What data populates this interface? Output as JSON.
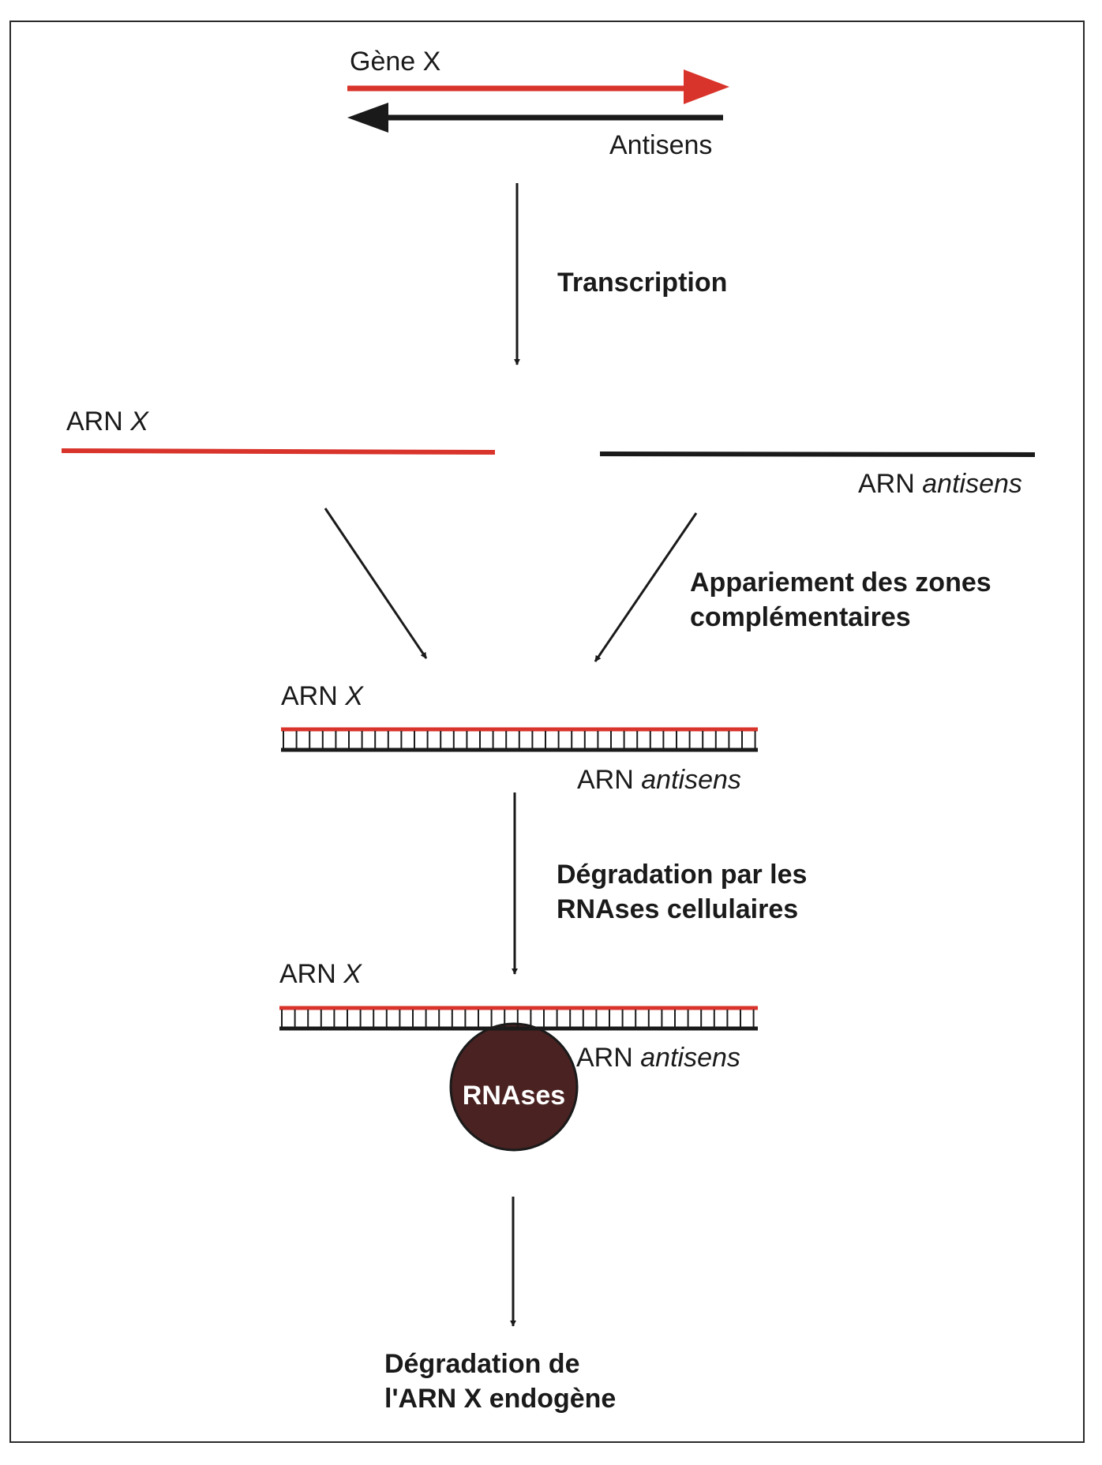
{
  "gene": {
    "sense_label": "Gène X",
    "antisense_label": "Antisens"
  },
  "steps": {
    "transcription": "Transcription",
    "pairing_line1": "Appariement des zones",
    "pairing_line2": "complémentaires",
    "degradation_line1": "Dégradation par les",
    "degradation_line2": "RNAses cellulaires",
    "result_line1": "Dégradation de",
    "result_line2": "l'ARN X endogène"
  },
  "rna": {
    "prefix": "ARN",
    "sense_name": "X",
    "antisense_name": "antisens"
  },
  "enzyme": {
    "label": "RNAses"
  },
  "colors": {
    "sense_strand": "#d9342b",
    "antisense_strand": "#1a1a1a",
    "enzyme_fill": "#4a2222",
    "frame": "#2a2a2a"
  }
}
